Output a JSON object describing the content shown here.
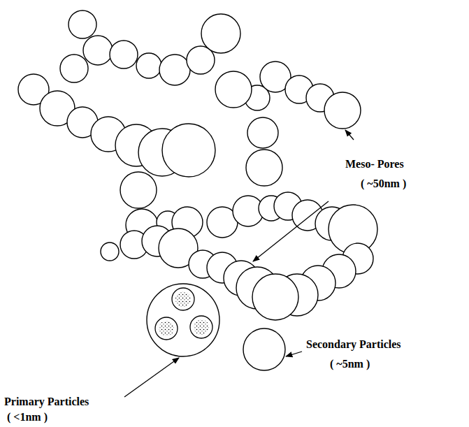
{
  "diagram": {
    "labels": [
      "Meso- Pores",
      "( ~50nm )",
      "Secondary Particles",
      "( ~5nm )",
      "Primary Particles",
      "( <1nm )"
    ]
  }
}
